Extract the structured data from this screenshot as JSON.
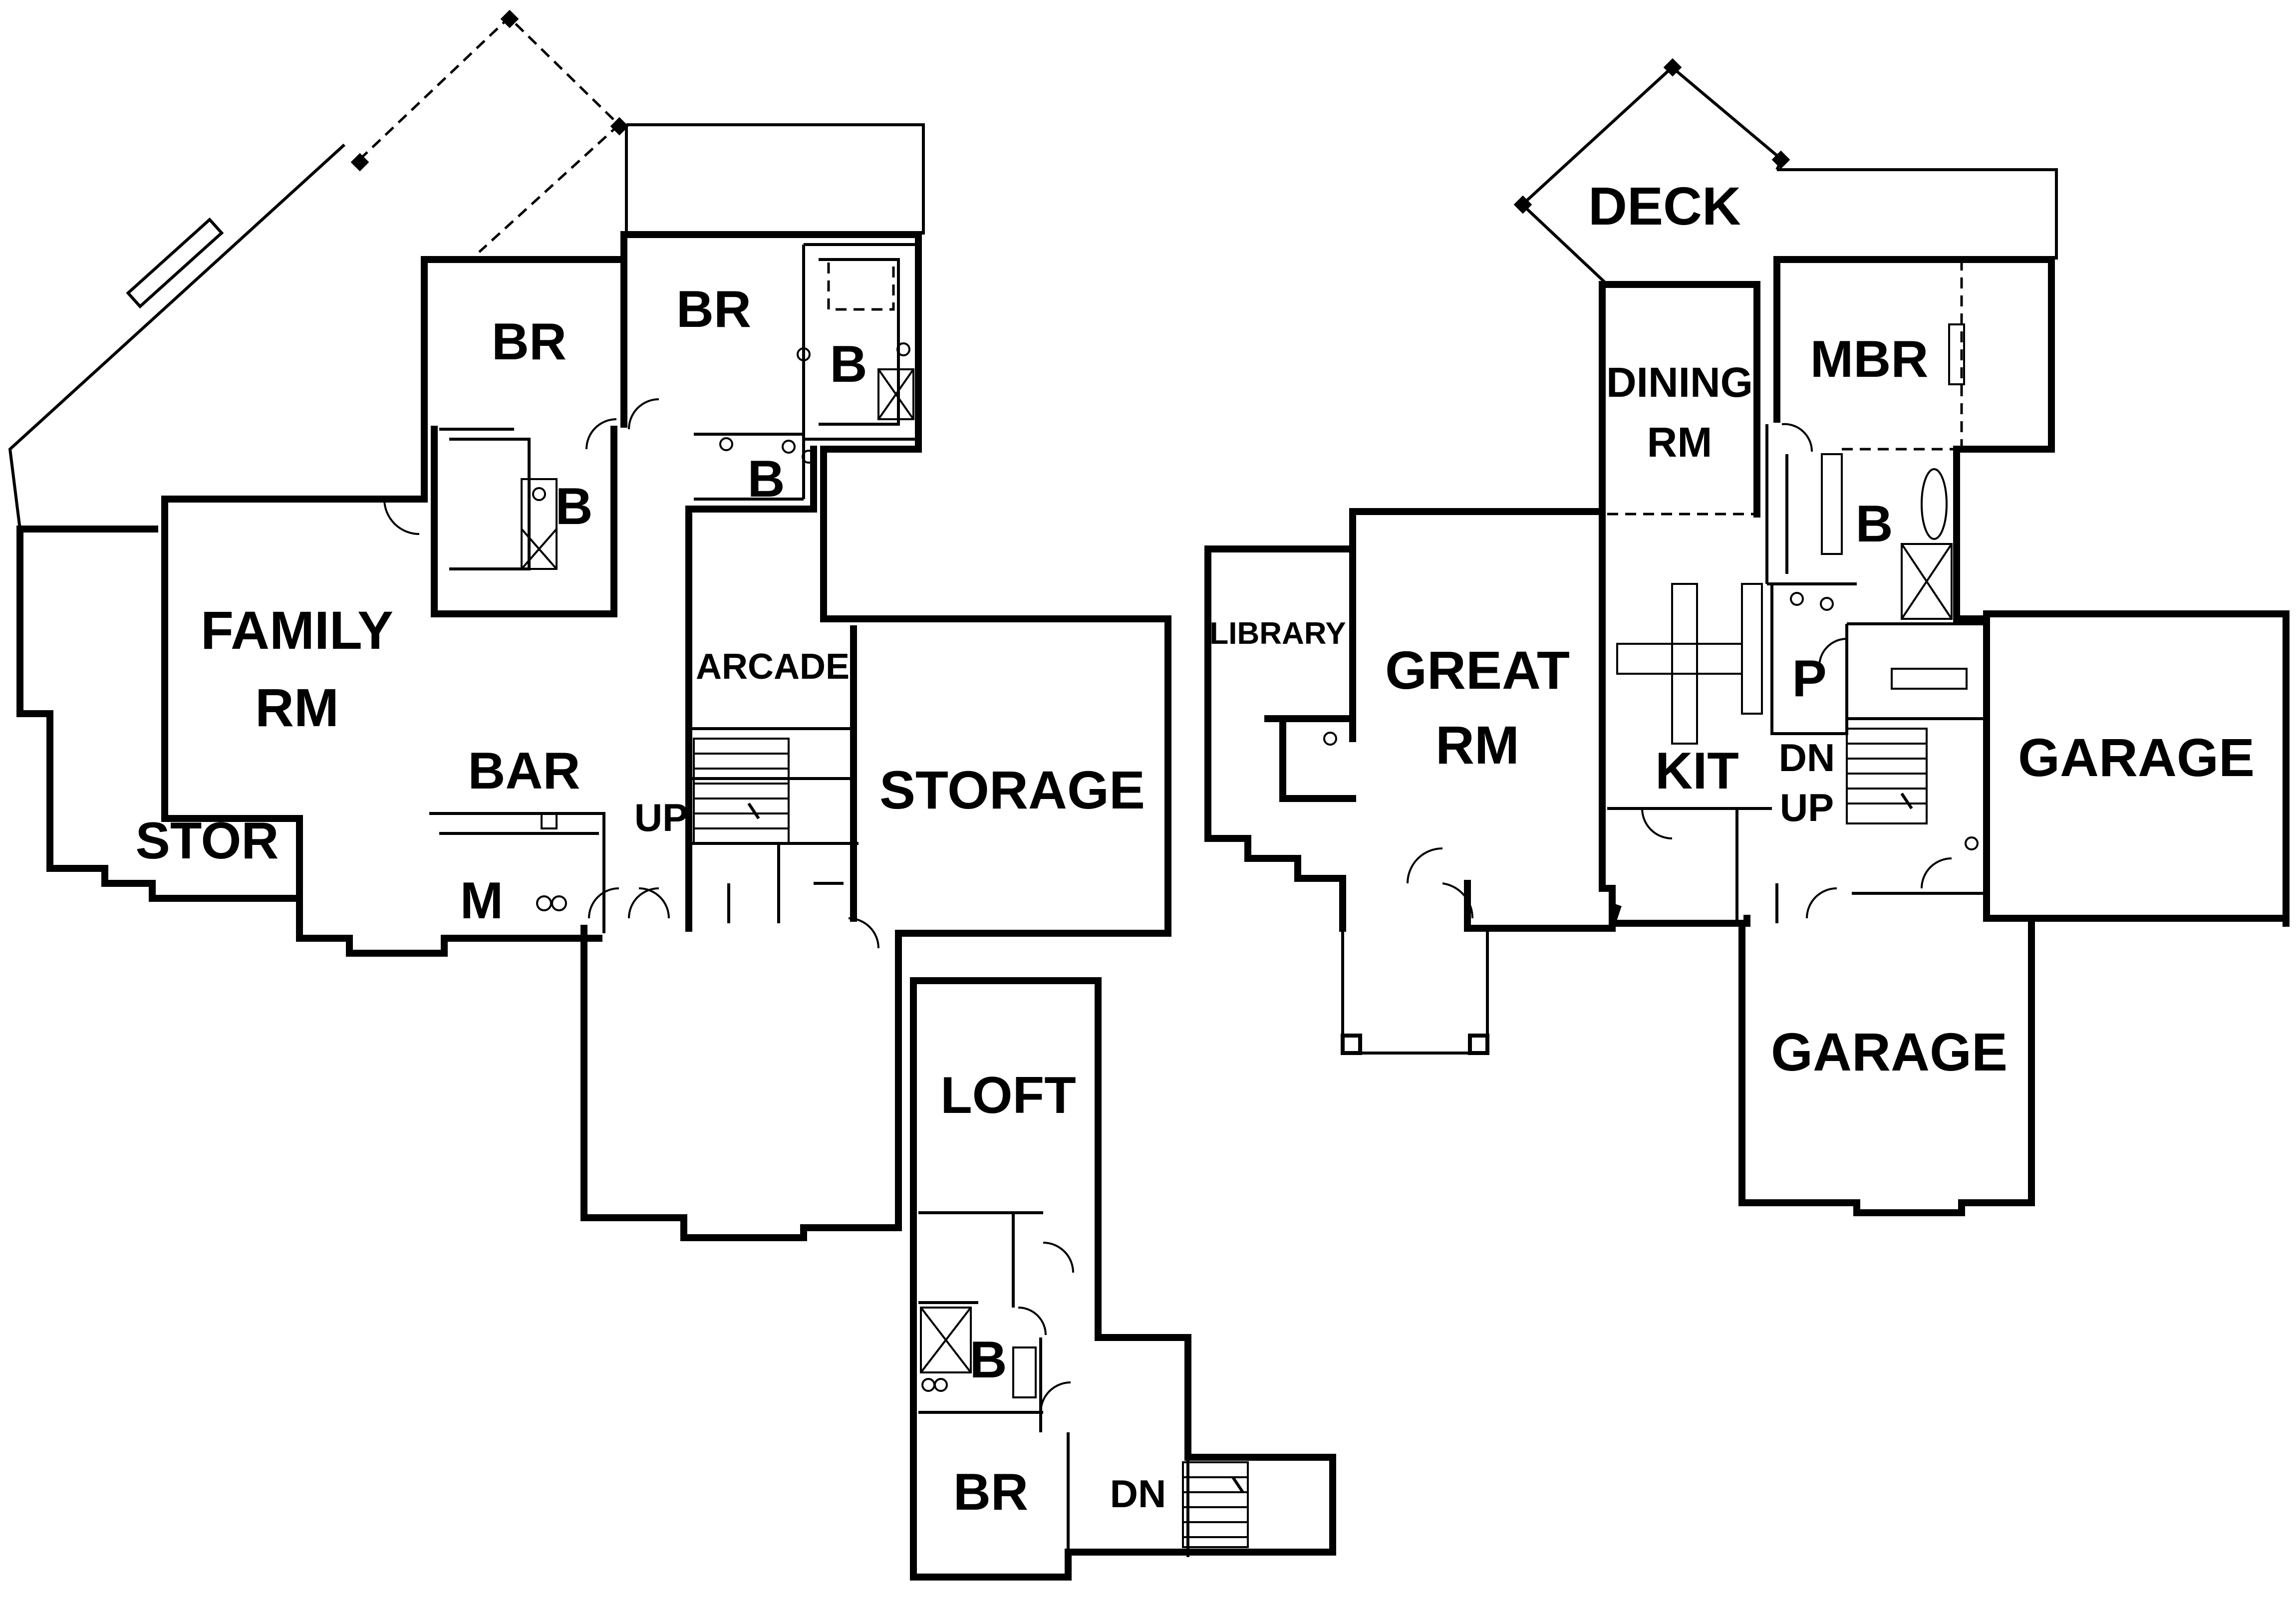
{
  "floor_plan": {
    "lower_level": {
      "rooms": {
        "br1": "BR",
        "br2": "BR",
        "bath1": "B",
        "bath2": "B",
        "bath3": "B",
        "family_rm_line1": "FAMILY",
        "family_rm_line2": "RM",
        "arcade": "ARCADE",
        "storage": "STORAGE",
        "bar": "BAR",
        "stor": "STOR",
        "mech": "M",
        "stair_up": "UP"
      }
    },
    "loft_level": {
      "rooms": {
        "loft": "LOFT",
        "bath": "B",
        "br": "BR",
        "stair_dn": "DN"
      }
    },
    "main_level": {
      "rooms": {
        "deck": "DECK",
        "dining_line1": "DINING",
        "dining_line2": "RM",
        "mbr": "MBR",
        "bath": "B",
        "library": "LIBRARY",
        "great_line1": "GREAT",
        "great_line2": "RM",
        "kit": "KIT",
        "pantry": "P",
        "stair_dn": "DN",
        "stair_up": "UP",
        "garage1": "GARAGE",
        "garage2": "GARAGE"
      }
    }
  }
}
